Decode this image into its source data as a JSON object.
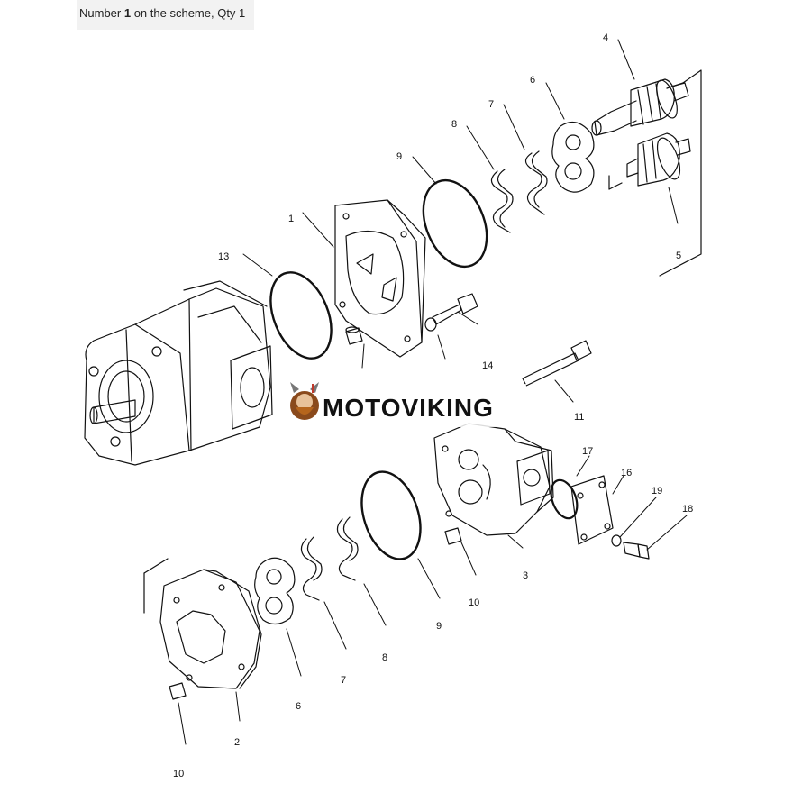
{
  "caption": {
    "prefix": "Number ",
    "number": "1",
    "suffix": " on the scheme, Qty 1"
  },
  "watermark": {
    "text": "MOTOVIKING",
    "logo": "viking-mascot-logo"
  },
  "callouts": [
    {
      "id": "c-4",
      "text": "4"
    },
    {
      "id": "c-6a",
      "text": "6"
    },
    {
      "id": "c-7a",
      "text": "7"
    },
    {
      "id": "c-8a",
      "text": "8"
    },
    {
      "id": "c-9a",
      "text": "9"
    },
    {
      "id": "c-1",
      "text": "1"
    },
    {
      "id": "c-13",
      "text": "13"
    },
    {
      "id": "c-5",
      "text": "5"
    },
    {
      "id": "c-14",
      "text": "14"
    },
    {
      "id": "c-11",
      "text": "11"
    },
    {
      "id": "c-17",
      "text": "17"
    },
    {
      "id": "c-16",
      "text": "16"
    },
    {
      "id": "c-19",
      "text": "19"
    },
    {
      "id": "c-18",
      "text": "18"
    },
    {
      "id": "c-3",
      "text": "3"
    },
    {
      "id": "c-10a",
      "text": "10"
    },
    {
      "id": "c-9b",
      "text": "9"
    },
    {
      "id": "c-8b",
      "text": "8"
    },
    {
      "id": "c-7b",
      "text": "7"
    },
    {
      "id": "c-6b",
      "text": "6"
    },
    {
      "id": "c-2",
      "text": "2"
    },
    {
      "id": "c-10b",
      "text": "10"
    }
  ]
}
